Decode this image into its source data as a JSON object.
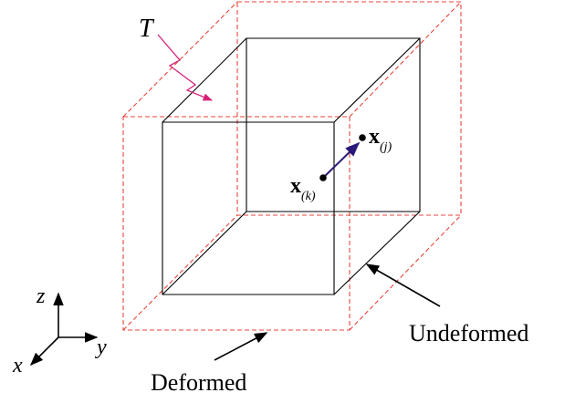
{
  "labels": {
    "temperature": "T",
    "deformed": "Deformed",
    "undeformed": "Undeformed"
  },
  "points": {
    "k": {
      "symbol": "x",
      "subscript": "(k)"
    },
    "j": {
      "symbol": "x",
      "subscript": "(j)"
    }
  },
  "axes": {
    "z": "z",
    "y": "y",
    "x": "x"
  },
  "colors": {
    "undeformed_edges": "#000000",
    "deformed_edges": "#e8463c",
    "heat_arrow": "#d4237a",
    "bond_vector": "#2b1a7a",
    "annotation_arrows": "#000000"
  }
}
